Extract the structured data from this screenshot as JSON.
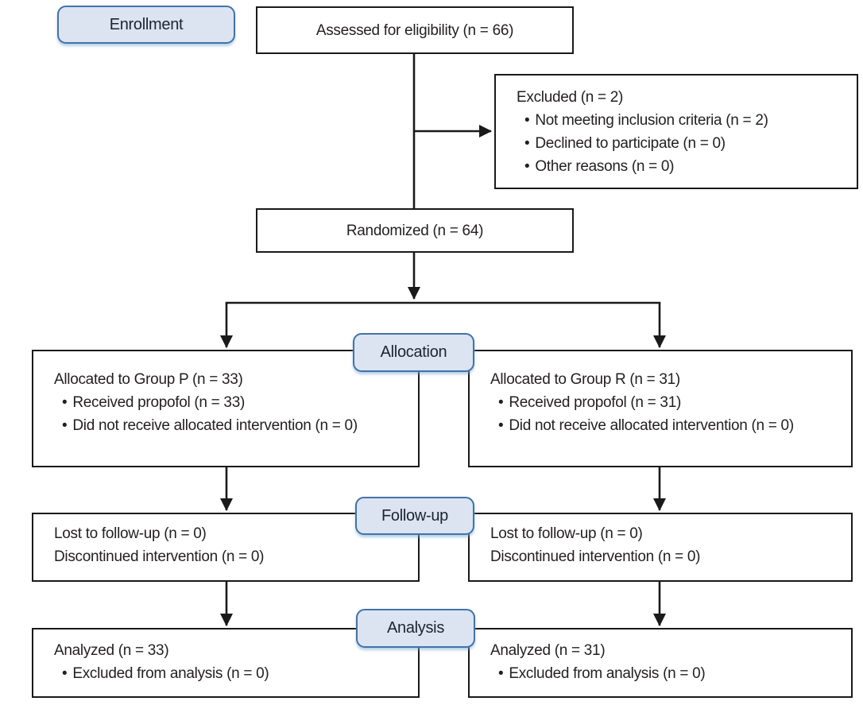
{
  "palette": {
    "badge_fill": "#dce4f1",
    "badge_border": "#4273a8",
    "badge_text": "#1c2433",
    "box_border": "#1a1a1a",
    "text": "#231f20",
    "arrow": "#1a1a1a"
  },
  "stages": {
    "enrollment_label": "Enrollment",
    "allocation_label": "Allocation",
    "followup_label": "Follow-up",
    "analysis_label": "Analysis"
  },
  "boxes": {
    "assessed": {
      "title": "Assessed for eligibility (n = 66)"
    },
    "excluded": {
      "title": "Excluded (n = 2)",
      "bullets": [
        "Not meeting inclusion criteria (n = 2)",
        "Declined to participate (n = 0)",
        "Other reasons (n = 0)"
      ]
    },
    "randomized": {
      "title": "Randomized (n = 64)"
    },
    "alloc_left": {
      "title": "Allocated to Group P (n = 33)",
      "bullets": [
        "Received propofol (n = 33)",
        "Did not receive allocated intervention (n = 0)"
      ]
    },
    "alloc_right": {
      "title": "Allocated to Group R (n = 31)",
      "bullets": [
        "Received propofol (n = 31)",
        "Did not receive allocated intervention (n = 0)"
      ]
    },
    "followup_left": {
      "lines": [
        "Lost to follow-up (n = 0)",
        "Discontinued intervention (n = 0)"
      ]
    },
    "followup_right": {
      "lines": [
        "Lost to follow-up (n = 0)",
        "Discontinued intervention (n = 0)"
      ]
    },
    "analysis_left": {
      "title": "Analyzed (n = 33)",
      "bullets": [
        "Excluded from analysis (n = 0)"
      ]
    },
    "analysis_right": {
      "title": "Analyzed (n = 31)",
      "bullets": [
        "Excluded from analysis (n = 0)"
      ]
    }
  }
}
